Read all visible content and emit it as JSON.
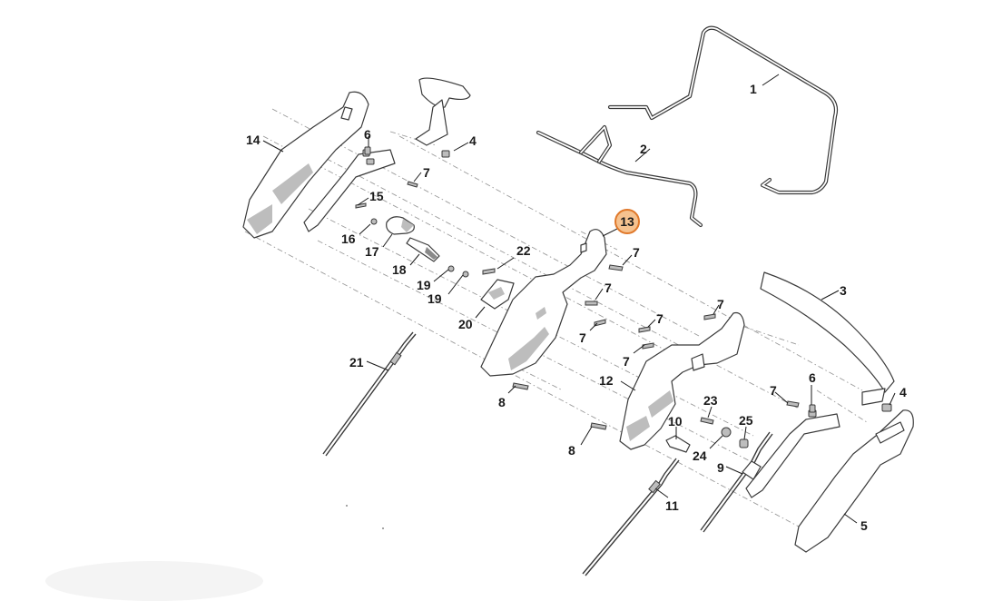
{
  "diagram": {
    "highlight_color": "#f6c28f",
    "highlight_stroke": "#e0782a",
    "highlighted_part": "13",
    "callouts": [
      "1",
      "2",
      "3",
      "4",
      "4",
      "5",
      "6",
      "6",
      "7",
      "7",
      "7",
      "7",
      "7",
      "7",
      "7",
      "7",
      "7",
      "8",
      "8",
      "9",
      "10",
      "11",
      "12",
      "13",
      "14",
      "15",
      "16",
      "17",
      "18",
      "19",
      "19",
      "20",
      "21",
      "22",
      "23",
      "24",
      "25"
    ]
  }
}
